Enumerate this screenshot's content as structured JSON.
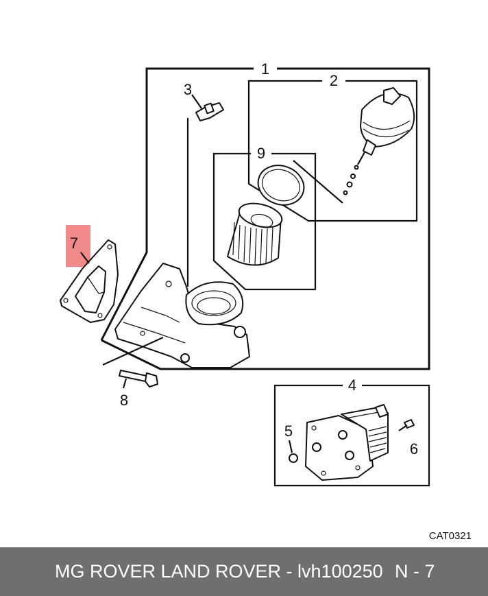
{
  "diagram": {
    "callouts": [
      {
        "id": "1",
        "label": "1"
      },
      {
        "id": "2",
        "label": "2"
      },
      {
        "id": "3",
        "label": "3"
      },
      {
        "id": "4",
        "label": "4"
      },
      {
        "id": "5",
        "label": "5"
      },
      {
        "id": "6",
        "label": "6"
      },
      {
        "id": "7",
        "label": "7"
      },
      {
        "id": "8",
        "label": "8"
      },
      {
        "id": "9",
        "label": "9"
      }
    ],
    "highlighted_callout": "7",
    "highlight_color": "#f08a8a",
    "catalog_code": "CAT0321"
  },
  "footer": {
    "title": "MG ROVER LAND ROVER - lvh100250",
    "reference": "N - 7",
    "background": "#6f6f6f"
  }
}
